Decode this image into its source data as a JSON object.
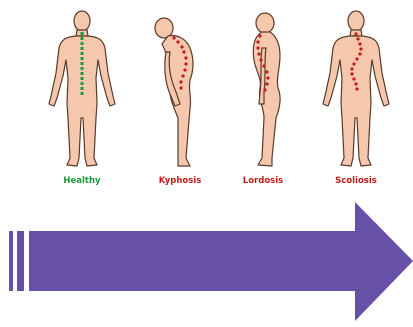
{
  "figures": [
    {
      "label": "Healthy",
      "color": "#1a9a3a"
    },
    {
      "label": "Kyphosis",
      "color": "#c41a1a"
    },
    {
      "label": "Lordosis",
      "color": "#c41a1a"
    },
    {
      "label": "Scoliosis",
      "color": "#c41a1a"
    }
  ],
  "colors": {
    "skin": "#f5c8ad",
    "skin_outline": "#5a3a2a",
    "arrow": "#6750a8"
  },
  "icons": [
    "human-back-figure",
    "human-side-figure",
    "arrow-right"
  ]
}
